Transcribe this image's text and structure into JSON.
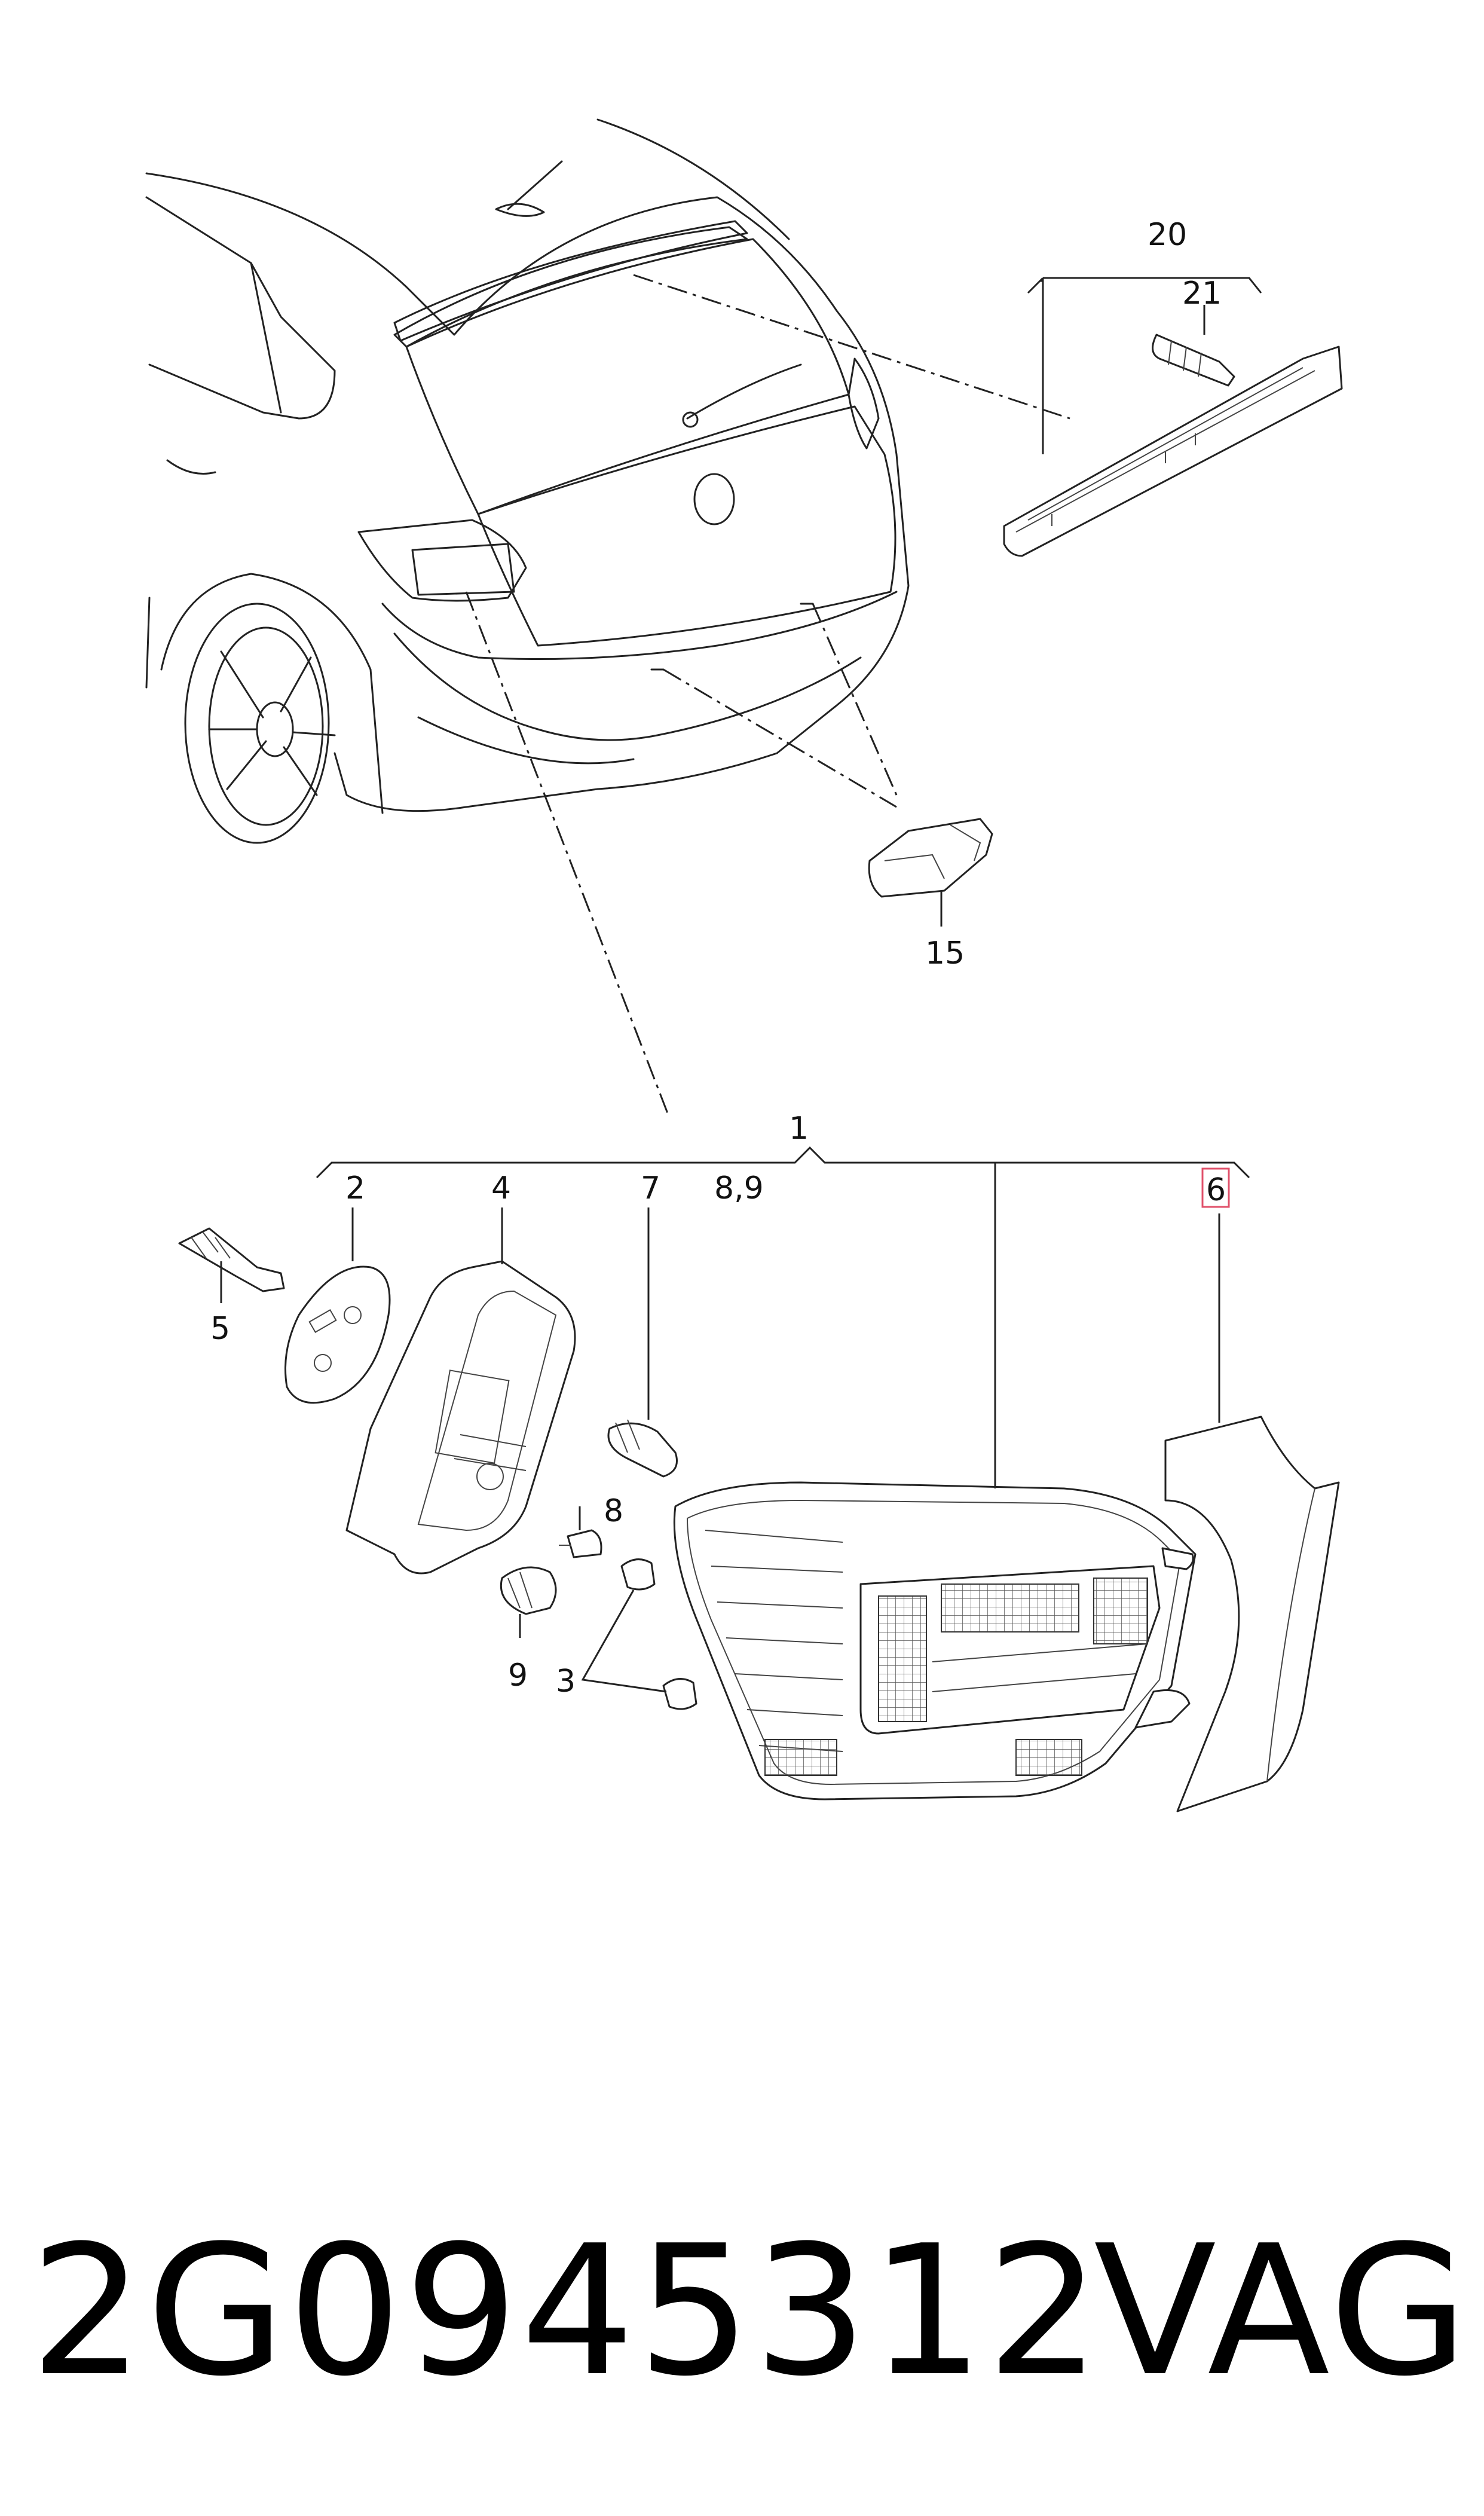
{
  "callouts": {
    "c1": "1",
    "c2": "2",
    "c3": "3",
    "c4": "4",
    "c5": "5",
    "c6": "6",
    "c7": "7",
    "c8": "8",
    "c89": "8,9",
    "c9": "9",
    "c15": "15",
    "c20": "20",
    "c21": "21"
  },
  "part_number": "2G0945312",
  "brand": "VAG",
  "highlight_color": "#e0506a"
}
